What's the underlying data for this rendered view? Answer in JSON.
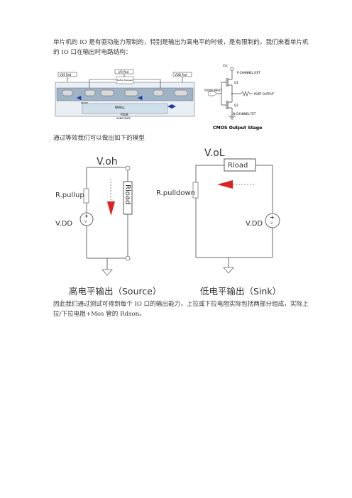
{
  "paragraphs": {
    "intro": "单片机的 IO 是有驱动能力限制的，特别是输出为高电平的时候，是有限制的。我们来看单片机的 IO 口在输出时电路结构：",
    "model": "通过等效我们可以做出如下的模型",
    "conclusion": "因此我们通过测试可得到每个 IO 口的输出能力，上拉或下拉电阻实际包括两部分组成，实际上拉/下拉电阻+Mos 管的 Rdson。"
  },
  "chip_figure": {
    "vss_pad": "VSS Pad",
    "io_pad": "I/O Pad",
    "vdd_pad": "VDD Pad",
    "buffer_top": "Buffer Element",
    "nwell": "NWELL",
    "diode": "DIODE",
    "psub": "PSUB",
    "substrate": "SUBSTRATE"
  },
  "cmos_figure": {
    "vdd": "Vcc",
    "p_fet": "P-CHANNEL JFET",
    "n_fet": "N-CHANNEL FET",
    "q1": "Q1",
    "q2": "Q2",
    "from_input": "FROM INPUT",
    "port_output": "PORT OUTPUT",
    "title": "CMOS Output Stage"
  },
  "source_circuit": {
    "v_label": "V.oh",
    "r_pull": "R.pullup",
    "r_load": "Rload",
    "vdd": "V.DD",
    "src_v": "V",
    "caption": "高电平输出（Source）",
    "arrow_color": "#e02020"
  },
  "sink_circuit": {
    "v_label": "V.oL",
    "r_pull": "R.pulldown",
    "r_load": "Rload",
    "vdd": "V.DD",
    "src_v": "V",
    "caption": "低电平输出（Sink）",
    "arrow_color": "#e02020"
  }
}
